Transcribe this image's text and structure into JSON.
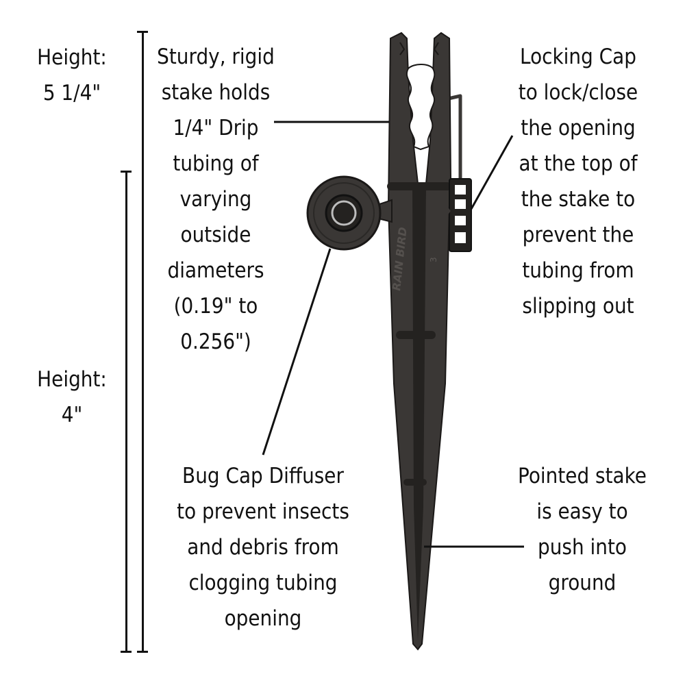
{
  "dimensions": {
    "overall": {
      "lines": [
        "Height:",
        "5 1/4\""
      ]
    },
    "stake_body": {
      "lines": [
        "Height:",
        "4\""
      ]
    }
  },
  "callouts": {
    "stake_holds": {
      "lines": [
        "Sturdy, rigid",
        "stake holds",
        "1/4\" Drip",
        "tubing of",
        "varying",
        "outside",
        "diameters",
        "(0.19\" to",
        "0.256\")"
      ]
    },
    "locking_cap": {
      "lines": [
        "Locking Cap",
        "to lock/close",
        "the opening",
        "at the top of",
        "the stake to",
        "prevent the",
        "tubing from",
        "slipping out"
      ]
    },
    "bug_cap": {
      "lines": [
        "Bug Cap Diffuser",
        "to prevent insects",
        "and debris from",
        "clogging tubing",
        "opening"
      ]
    },
    "pointed_stake": {
      "lines": [
        "Pointed stake",
        "is easy to",
        "push into",
        "ground"
      ]
    }
  },
  "product_marks": {
    "brand": "RAIN BIRD",
    "number": "3"
  },
  "colors": {
    "text": "#111111",
    "stake": "#3a3735",
    "stake_dark": "#242220",
    "stake_edge": "#1a1817",
    "background": "#ffffff"
  }
}
